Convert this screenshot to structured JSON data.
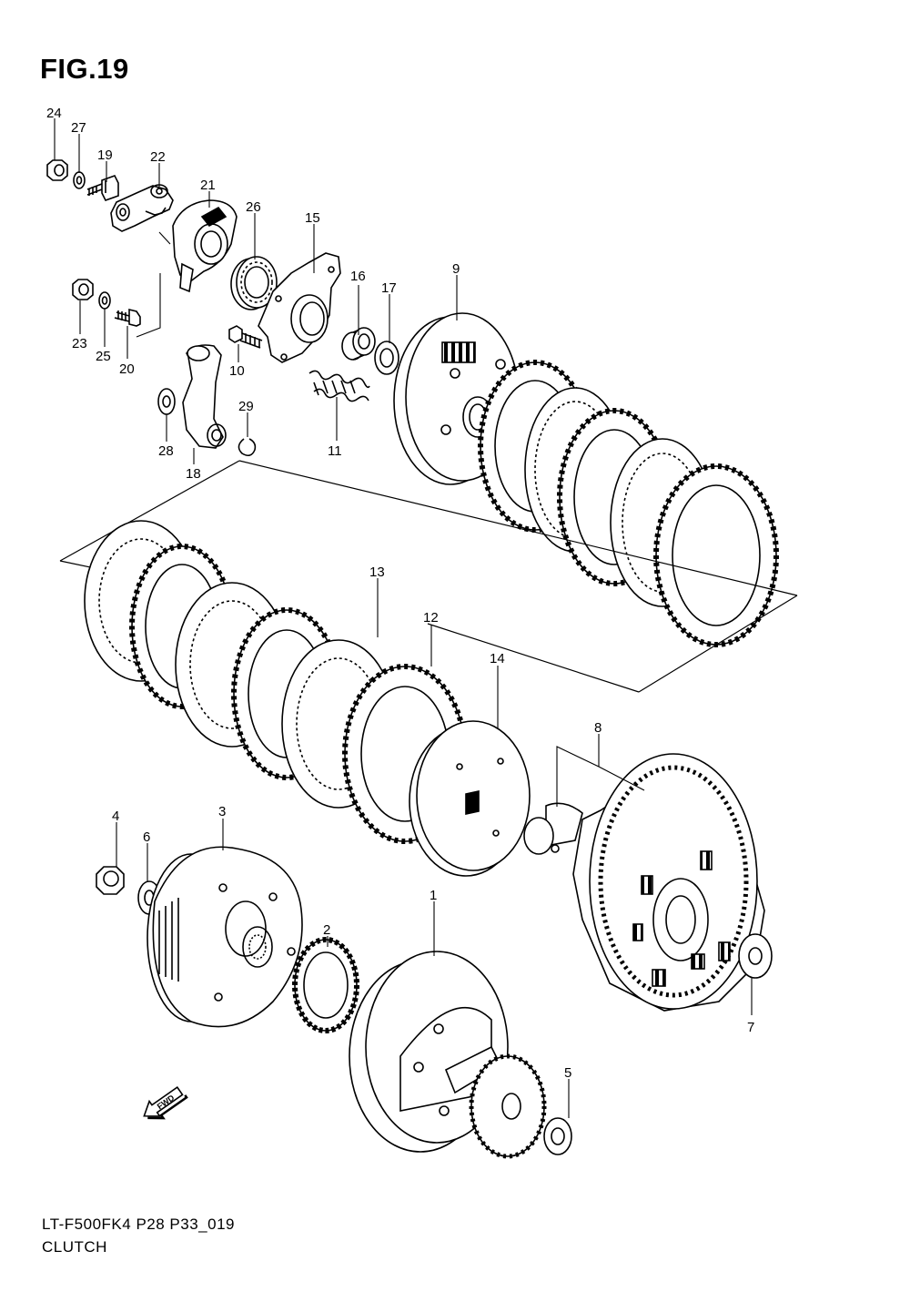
{
  "figure": {
    "title": "FIG.19"
  },
  "footer": {
    "model_code": "LT-F500FK4 P28 P33_019",
    "section_name": "CLUTCH"
  },
  "fwd_arrow": {
    "label": "FWD",
    "icon": "fwd-arrow-icon"
  },
  "callouts": [
    "24",
    "27",
    "19",
    "22",
    "21",
    "26",
    "15",
    "16",
    "17",
    "9",
    "23",
    "25",
    "20",
    "10",
    "29",
    "28",
    "18",
    "11",
    "13",
    "12",
    "14",
    "8",
    "4",
    "6",
    "3",
    "2",
    "1",
    "5",
    "7"
  ]
}
